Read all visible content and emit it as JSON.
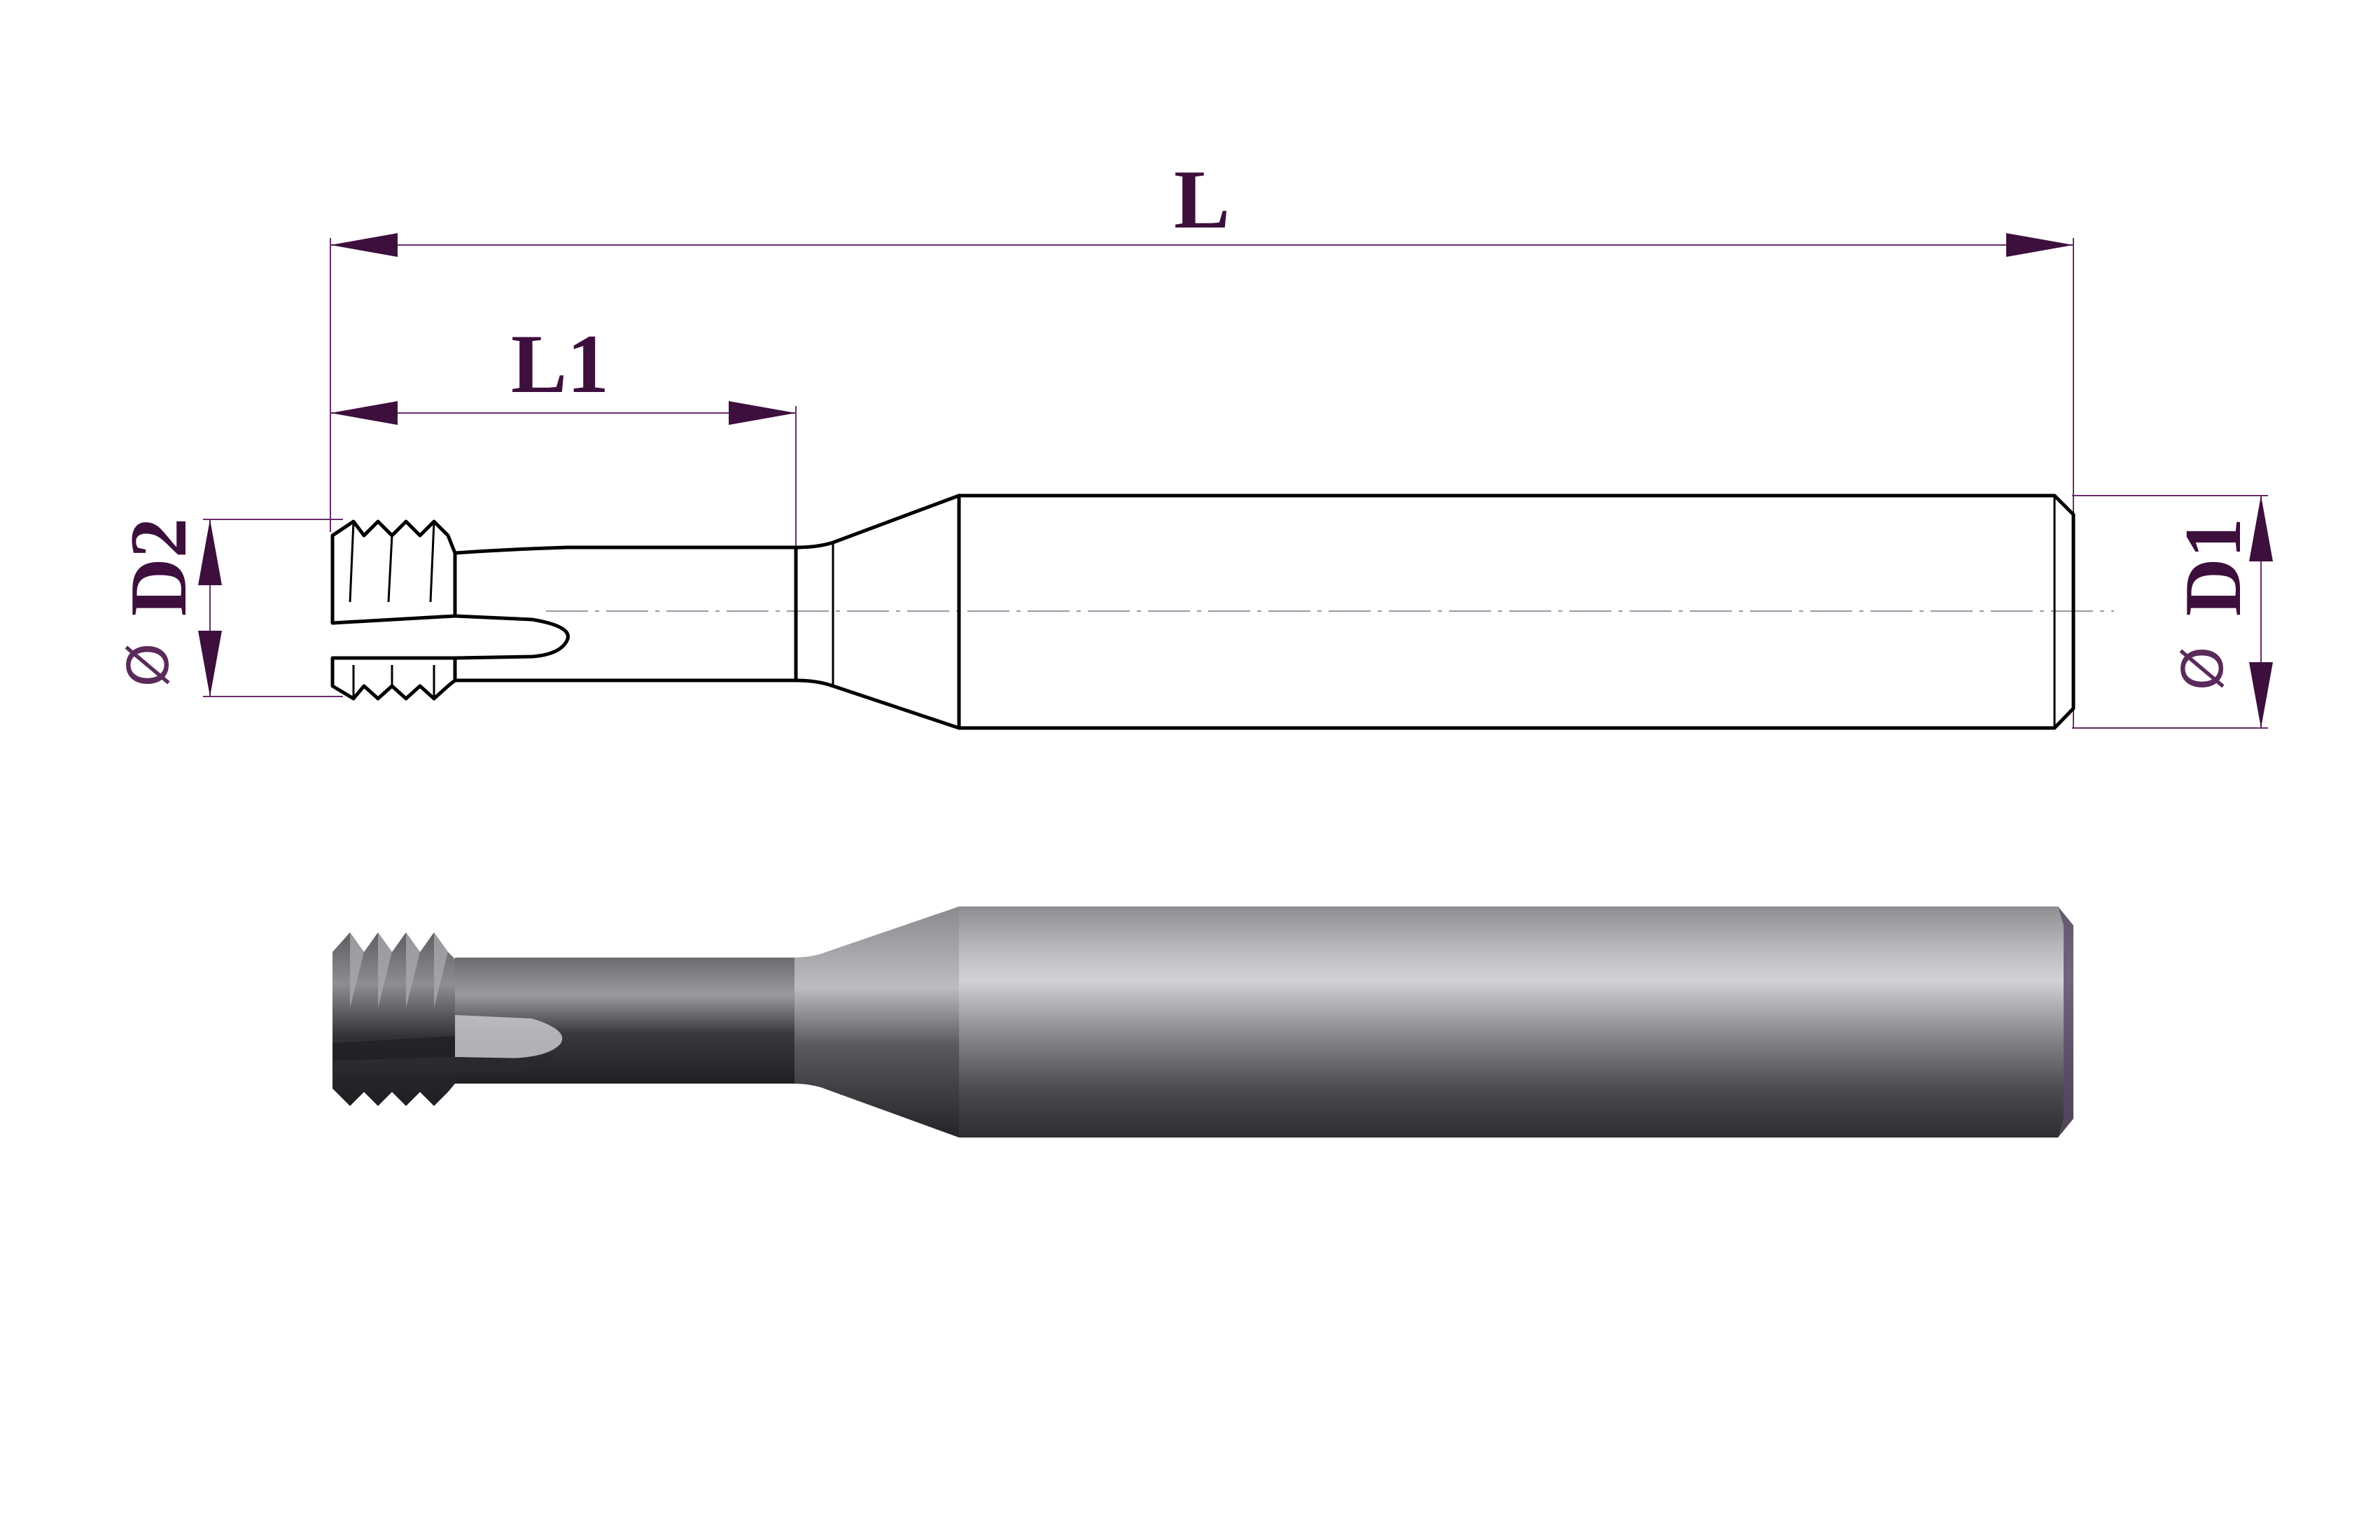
{
  "labels": {
    "overall_length": "L",
    "cutting_length": "L1",
    "cutting_diameter": "D2",
    "shank_diameter": "D1",
    "diameter_symbol": "Ø"
  },
  "colors": {
    "dimension": "#3d0f3d",
    "outline": "#000000",
    "tool_body_dark": "#2a2a2e",
    "tool_body_light": "#c8c8cc"
  }
}
